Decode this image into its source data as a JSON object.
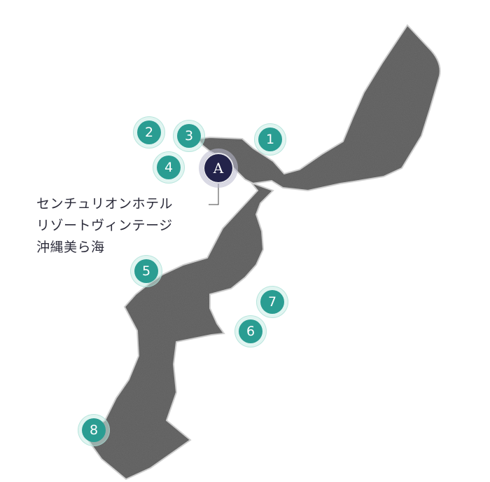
{
  "colors": {
    "land": "#5e5e5e",
    "land_edge": "#cfcfcf",
    "marker": "#2a9d92",
    "hotel": "#23234a"
  },
  "hotel": {
    "letter": "A",
    "name_lines": [
      "センチュリオンホテル",
      "リゾートヴィンテージ",
      "沖縄美ら海"
    ]
  },
  "spots": [
    {
      "id": "spot-1",
      "label": "1"
    },
    {
      "id": "spot-2",
      "label": "2"
    },
    {
      "id": "spot-3",
      "label": "3"
    },
    {
      "id": "spot-4",
      "label": "4"
    },
    {
      "id": "spot-5",
      "label": "5"
    },
    {
      "id": "spot-6",
      "label": "6"
    },
    {
      "id": "spot-7",
      "label": "7"
    },
    {
      "id": "spot-8",
      "label": "8"
    }
  ]
}
